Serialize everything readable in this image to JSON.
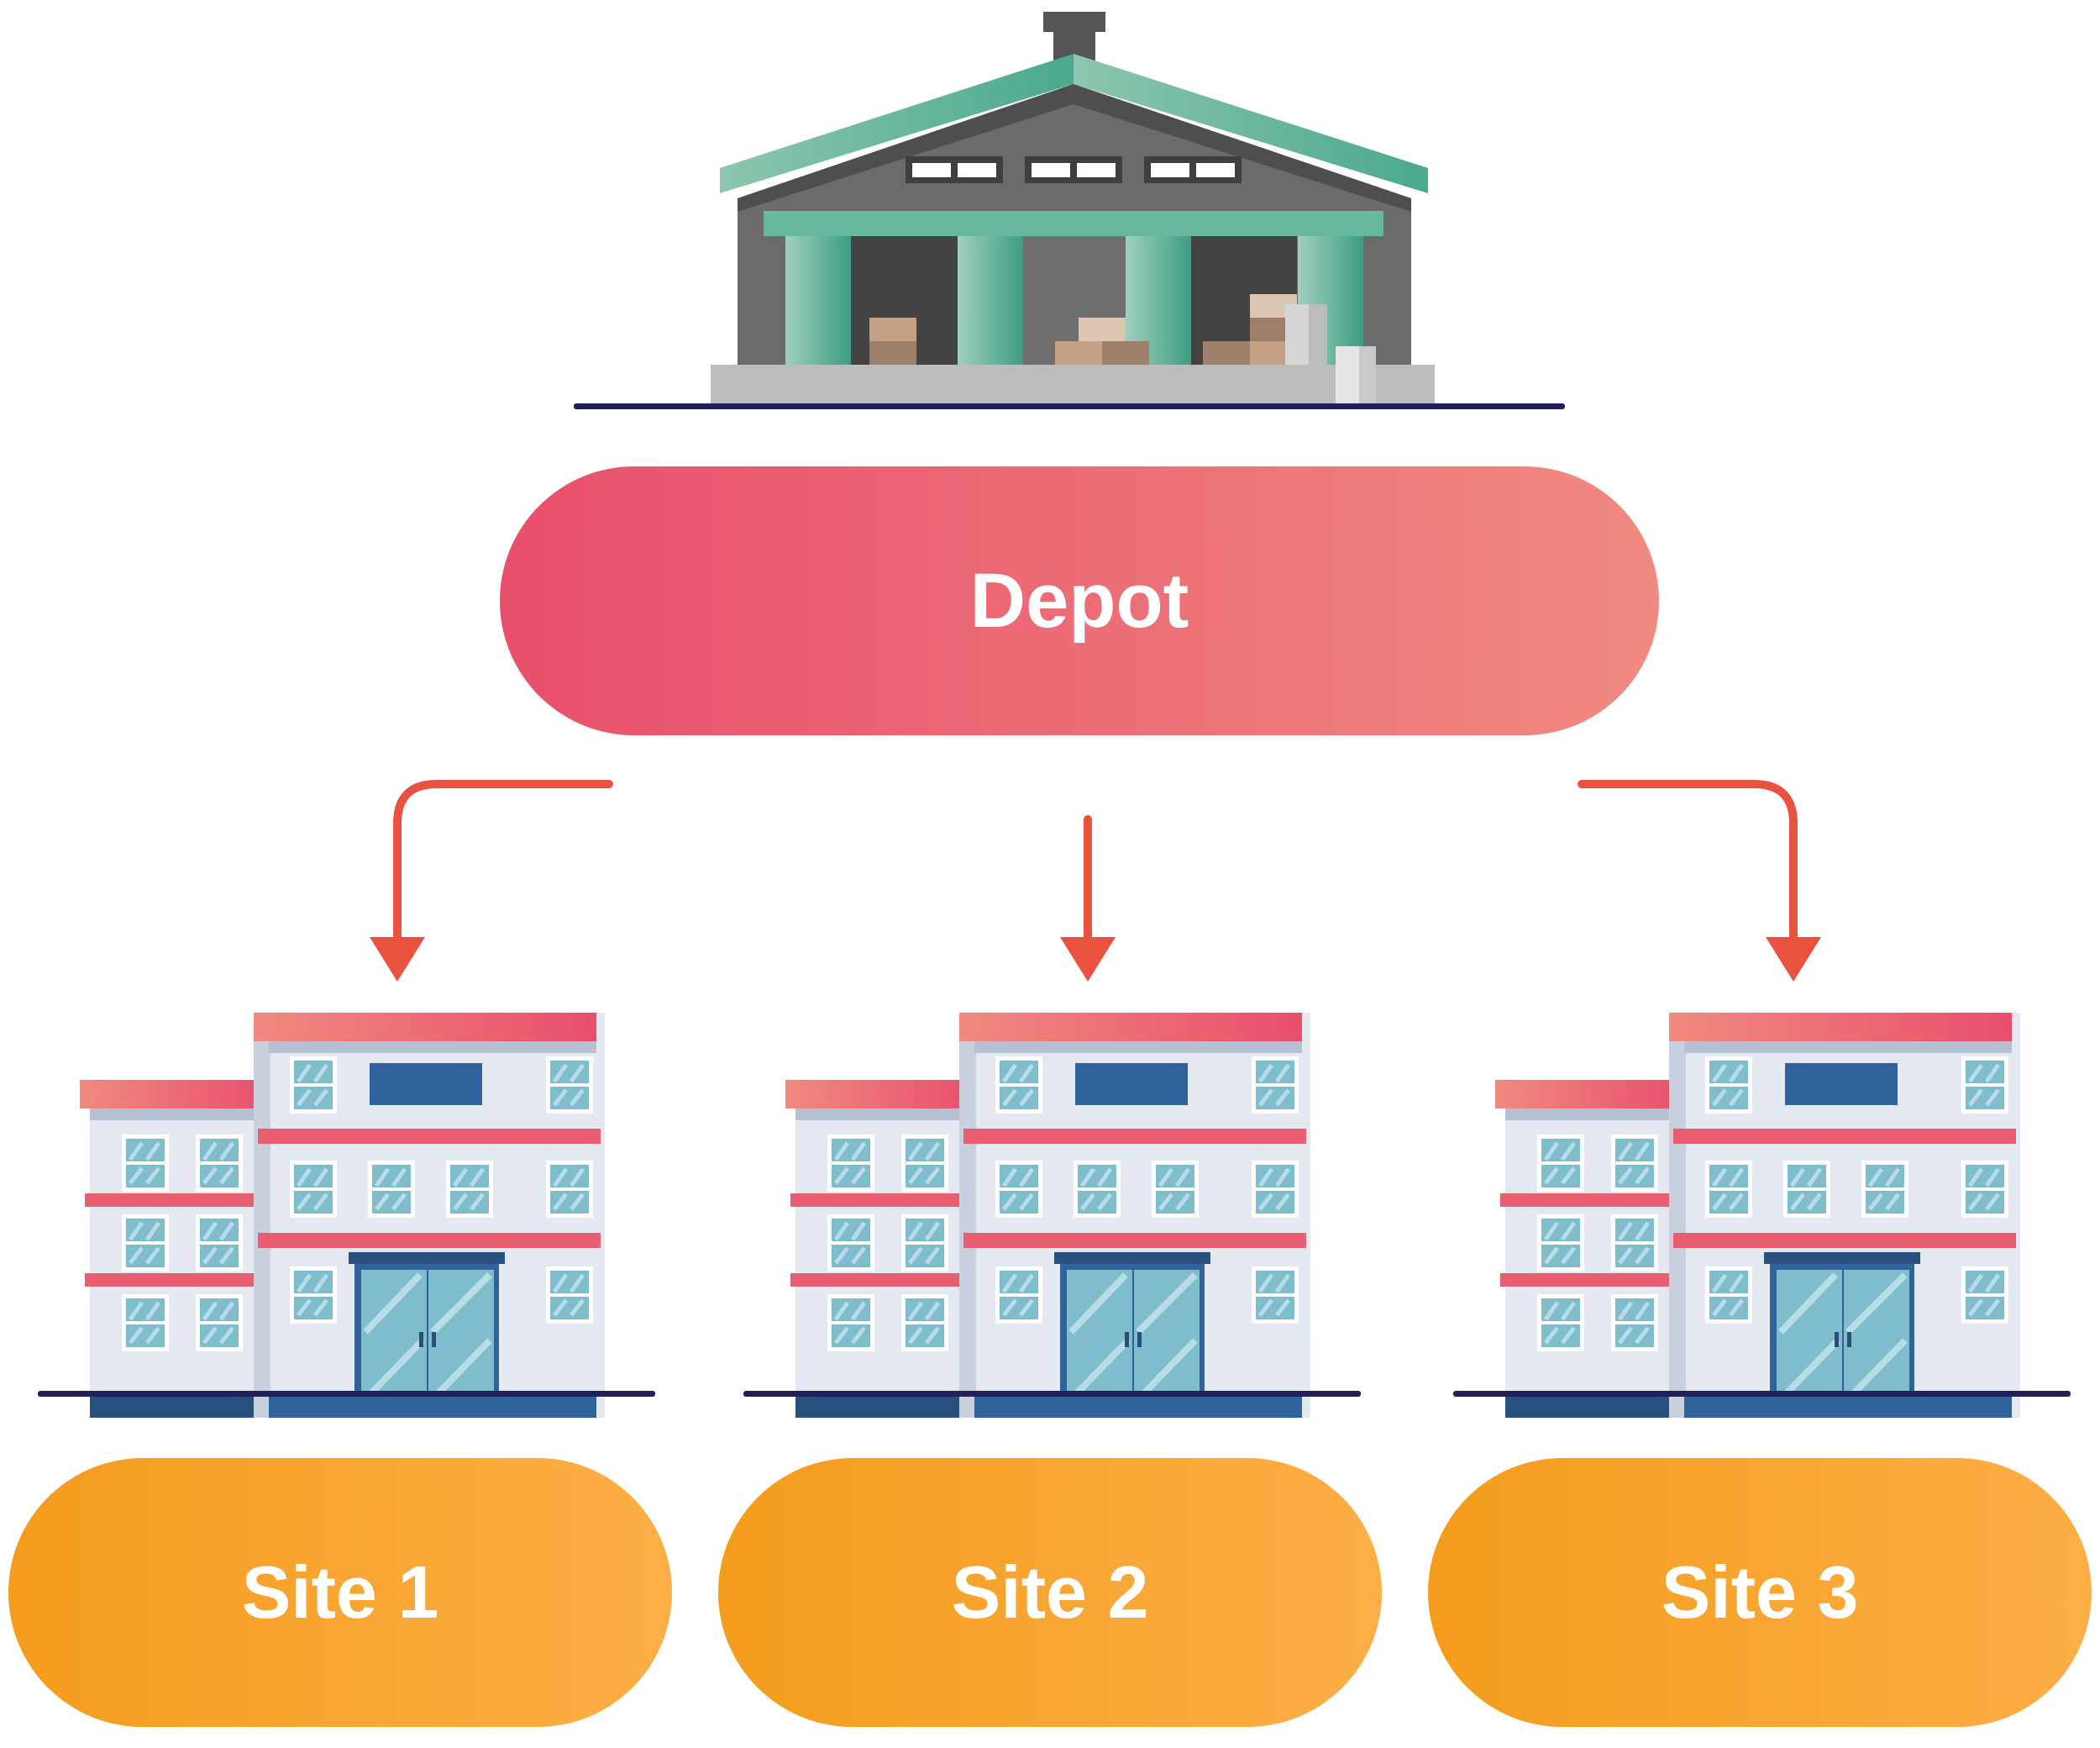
{
  "depot": {
    "label": "Depot"
  },
  "sites": [
    {
      "label": "Site 1"
    },
    {
      "label": "Site 2"
    },
    {
      "label": "Site 3"
    }
  ],
  "colors": {
    "depot_gradient_start": "#e84f6c",
    "depot_gradient_end": "#f08a80",
    "site_gradient_start": "#f39c1d",
    "site_gradient_end": "#fdae46",
    "arrow": "#e8523e",
    "ground_line": "#231f5c",
    "roof_teal": "#4aa98f",
    "building_red": "#ea5f6f",
    "building_blue": "#2f6399",
    "window_glass": "#7fbccc"
  }
}
